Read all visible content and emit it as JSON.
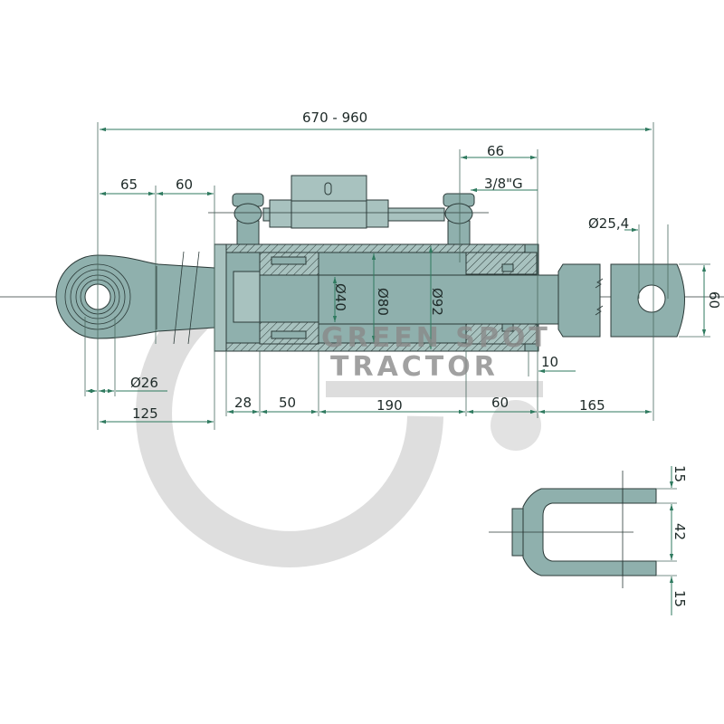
{
  "drawing": {
    "overall_length": "670 - 960",
    "dims_top": {
      "eye_to_neck": "65",
      "neck_to_cylinder": "60",
      "port_to_end": "66",
      "port_thread": "3/8\"G"
    },
    "diameters": {
      "eye_pin": "Ø26",
      "rod": "Ø40",
      "bore": "Ø80",
      "outer": "Ø92",
      "clevis_pin": "Ø25,4"
    },
    "clevis_height": "60",
    "gland_offset": "10",
    "dims_bottom": {
      "eye_to_cylinder": "125",
      "a": "28",
      "b": "50",
      "c": "190",
      "d": "60",
      "e": "165"
    },
    "clevis_detail": {
      "top": "15",
      "gap": "42",
      "bottom": "15"
    },
    "watermark": {
      "line1": "GREEN SPOT",
      "line2": "TRACTOR"
    }
  }
}
